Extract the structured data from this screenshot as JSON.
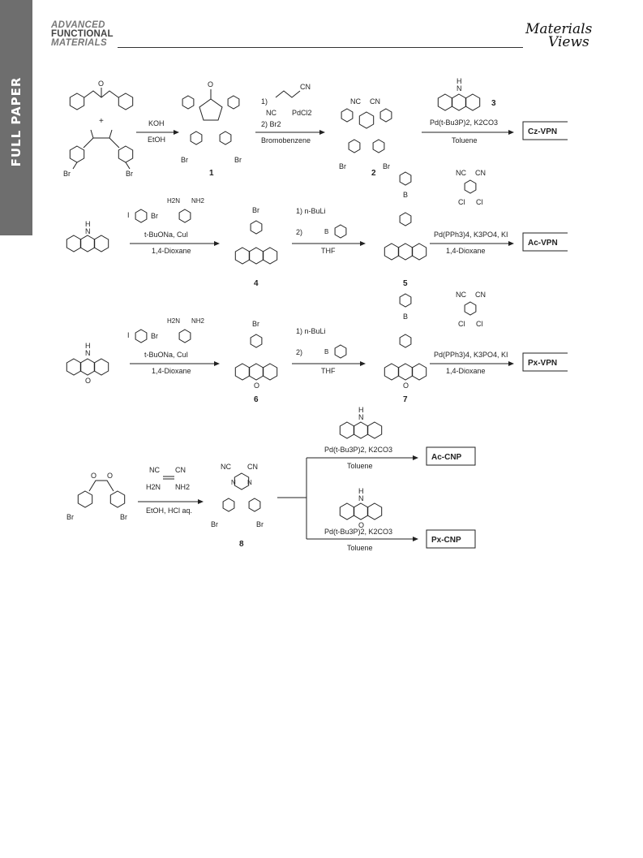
{
  "header": {
    "side_tab": "FULL PAPER",
    "journal_line1": "ADVANCED",
    "journal_line2": "FUNCTIONAL",
    "journal_line3": "MATERIALS",
    "brand_line1": "Materials",
    "brand_line2": "Views"
  },
  "scheme": {
    "row1": {
      "plus": "+",
      "step1_above": "KOH",
      "step1_below": "EtOH",
      "cmpd1": "1",
      "step2_a": "1)",
      "step2_pd": "PdCl2",
      "step2_b": "2) Br2",
      "step2_solvent": "Bromobenzene",
      "cmpd2": "2",
      "reagent3": "3",
      "step3_above": "Pd(t-Bu3P)2, K2CO3",
      "step3_below": "Toluene",
      "product": "Cz-VPN"
    },
    "row2": {
      "step1_above": "t-BuONa, CuI",
      "step1_below": "1,4-Dioxane",
      "cmpd4": "4",
      "step2_a": "1) n-BuLi",
      "step2_b": "2)",
      "step2_below": "THF",
      "cmpd5": "5",
      "step3_above": "Pd(PPh3)4, K3PO4, KI",
      "step3_below": "1,4-Dioxane",
      "product": "Ac-VPN"
    },
    "row3": {
      "step1_above": "t-BuONa, CuI",
      "step1_below": "1,4-Dioxane",
      "cmpd6": "6",
      "step2_a": "1) n-BuLi",
      "step2_b": "2)",
      "step2_below": "THF",
      "cmpd7": "7",
      "step3_above": "Pd(PPh3)4, K3PO4, KI",
      "step3_below": "1,4-Dioxane",
      "product": "Px-VPN"
    },
    "row4": {
      "step1_above": "EtOH, HCl aq.",
      "cmpd8": "8",
      "branch_a_above": "Pd(t-Bu3P)2, K2CO3",
      "branch_a_below": "Toluene",
      "product_a": "Ac-CNP",
      "branch_b_above": "Pd(t-Bu3P)2, K2CO3",
      "branch_b_below": "Toluene",
      "product_b": "Px-CNP"
    },
    "atoms": {
      "Br": "Br",
      "O": "O",
      "N": "N",
      "H": "H",
      "I": "I",
      "B": "B",
      "Cl": "Cl",
      "CN": "CN",
      "NC": "NC",
      "H2N": "H2N",
      "NH2": "NH2"
    }
  }
}
